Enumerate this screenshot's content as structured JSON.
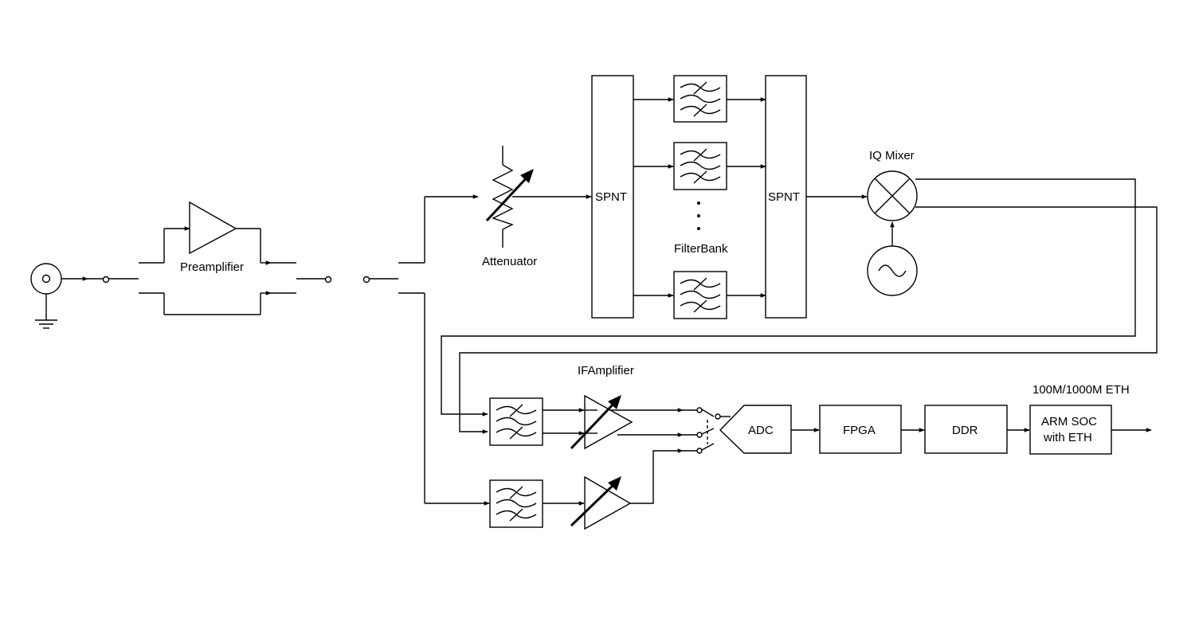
{
  "labels": {
    "preamplifier": "Preamplifier",
    "attenuator": "Attenuator",
    "spnt_in": "SPNT",
    "spnt_out": "SPNT",
    "filterbank": "FilterBank",
    "iq_mixer": "IQ Mixer",
    "if_amplifier": "IFAmplifier",
    "adc": "ADC",
    "fpga": "FPGA",
    "ddr": "DDR",
    "arm_soc_line1": "ARM SOC",
    "arm_soc_line2": "with ETH",
    "eth": "100M/1000M ETH"
  },
  "colors": {
    "stroke": "#000000",
    "background": "#ffffff"
  }
}
